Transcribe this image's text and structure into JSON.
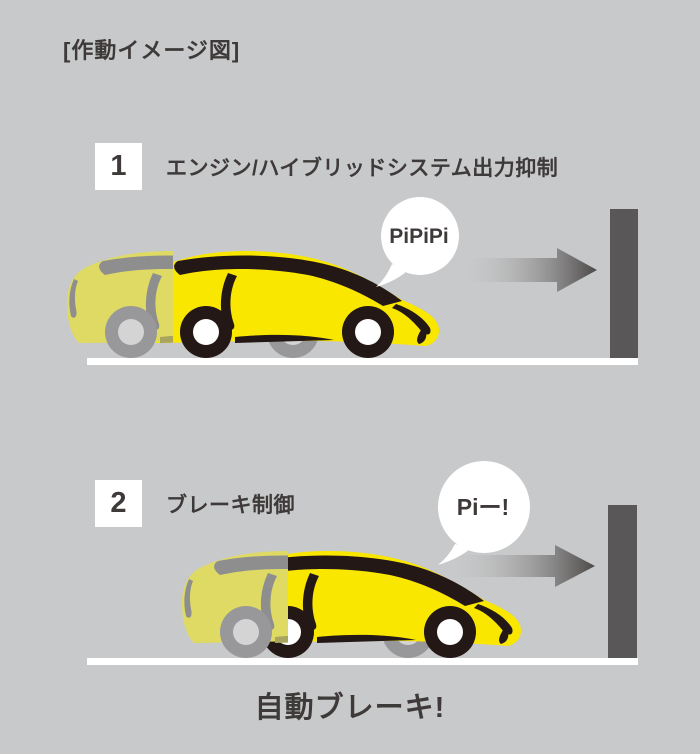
{
  "title": "[作動イメージ図]",
  "caption": "自動ブレーキ!",
  "steps": [
    {
      "number": "1",
      "label": "エンジン/ハイブリッドシステム出力抑制",
      "bubble": "PiPiPi"
    },
    {
      "number": "2",
      "label": "ブレーキ制御",
      "bubble": "Piー!"
    }
  ],
  "colors": {
    "background": "#C8C9CA",
    "text": "#3E3A39",
    "wall": "#595757",
    "arrow_dark": "#4C4948",
    "ground": "#FFFFFF",
    "car_body": "#F9E700",
    "car_dark": "#231815",
    "ghost_body": "#DEDA64",
    "ghost_dark": "#8E8E8F",
    "ghost_tire": "#98989A",
    "ghost_hub": "#D4D4D5",
    "bubble_bg": "#FFFFFF",
    "number_box_bg": "#FFFFFF"
  }
}
